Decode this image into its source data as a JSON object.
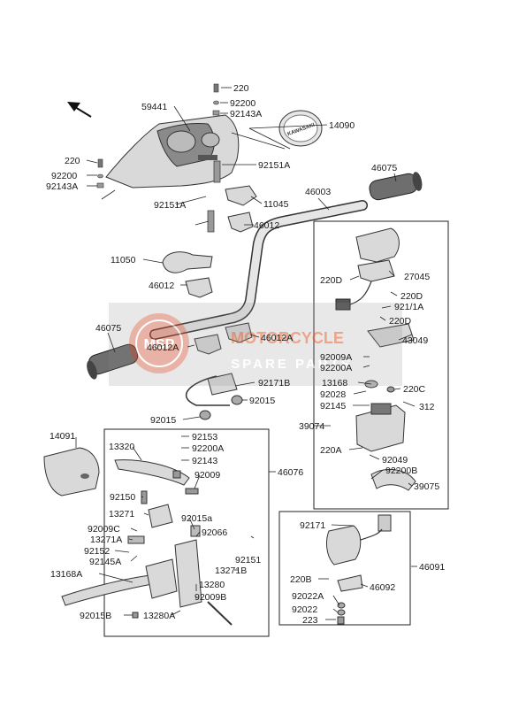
{
  "watermark": {
    "brand": "MOTORCYCLE",
    "sub": "SPARE PARTS",
    "badge": "MSP"
  },
  "emblem_text": "KAWASAKI",
  "labels": {
    "p220_top": "220",
    "p92200_top": "92200",
    "p92143A_top": "92143A",
    "p59441": "59441",
    "p14090": "14090",
    "p220_left": "220",
    "p92200_left": "92200",
    "p92143A_left": "92143A",
    "p92151A_a": "92151A",
    "p46075_top": "46075",
    "p11045": "11045",
    "p46003": "46003",
    "p92151A_b": "92151A",
    "p46012_a": "46012",
    "p11050": "11050",
    "p46012_b": "46012",
    "p220D_a": "220D",
    "p27045": "27045",
    "p220D_b": "220D",
    "p921_1A": "921/1A",
    "p220D_c": "220D",
    "p46075_left": "46075",
    "p46012A_a": "46012A",
    "p46012A_b": "46012A",
    "p43049": "43049",
    "p92009A": "92009A",
    "p92200A_r": "92200A",
    "p13168": "13168",
    "p220C": "220C",
    "p92028": "92028",
    "p92171B": "92171B",
    "p92015_a": "92015",
    "p92145": "92145",
    "p312": "312",
    "p92015_b": "92015",
    "p39074": "39074",
    "p14091": "14091",
    "p92153": "92153",
    "p13320": "13320",
    "p92200A_l": "92200A",
    "p220A": "220A",
    "p92049": "92049",
    "p92143": "92143",
    "p46076": "46076",
    "p92009": "92009",
    "p92200B": "92200B",
    "p39075": "39075",
    "p92150": "92150",
    "p13271": "13271",
    "p92015a": "92015a",
    "p92009C": "92009C",
    "p92066": "92066",
    "p92171": "92171",
    "p13271A": "13271A",
    "p92152": "92152",
    "p92151": "92151",
    "p92145A": "92145A",
    "p13271B": "13271B",
    "p13168A": "13168A",
    "p13280": "13280",
    "p92009B": "92009B",
    "p220B": "220B",
    "p46092": "46092",
    "p46091": "46091",
    "p92022A": "92022A",
    "p92022": "92022",
    "p223": "223",
    "p92015B": "92015B",
    "p13280A": "13280A"
  }
}
